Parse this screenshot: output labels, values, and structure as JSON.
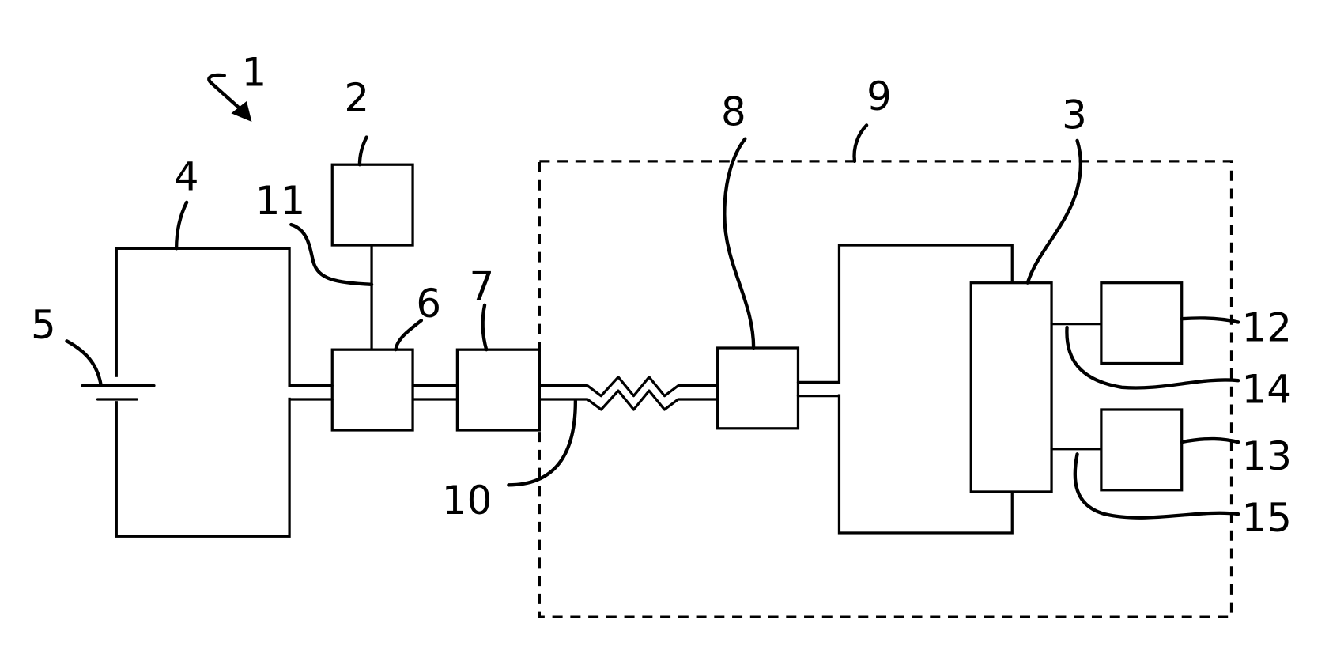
{
  "figure": {
    "type": "block diagram",
    "labels": {
      "system": "1",
      "unit_2": "2",
      "unit_3": "3",
      "unit_4": "4",
      "battery_5": "5",
      "unit_6": "6",
      "unit_7": "7",
      "unit_8": "8",
      "enclosure_9": "9",
      "cable_10": "10",
      "line_11": "11",
      "unit_12": "12",
      "unit_13": "13",
      "line_14": "14",
      "line_15": "15"
    }
  }
}
